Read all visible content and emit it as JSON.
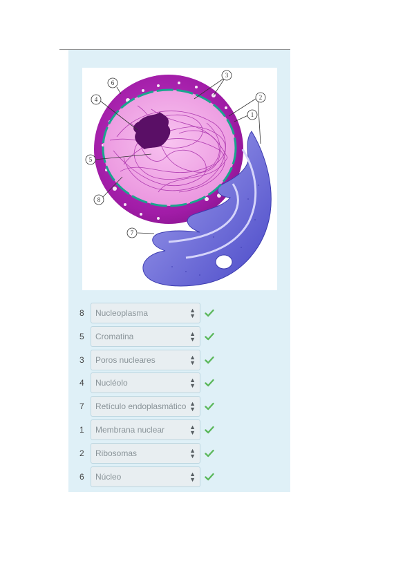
{
  "figure": {
    "callouts": [
      "1",
      "2",
      "3",
      "4",
      "5",
      "6",
      "7",
      "8"
    ]
  },
  "answers": [
    {
      "number": "8",
      "selected": "Nucleoplasma",
      "status": "correct"
    },
    {
      "number": "5",
      "selected": "Cromatina",
      "status": "correct"
    },
    {
      "number": "3",
      "selected": "Poros nucleares",
      "status": "correct"
    },
    {
      "number": "4",
      "selected": "Nucléolo",
      "status": "correct"
    },
    {
      "number": "7",
      "selected": "Retículo endoplasmático",
      "status": "correct"
    },
    {
      "number": "1",
      "selected": "Membrana nuclear",
      "status": "correct"
    },
    {
      "number": "2",
      "selected": "Ribosomas",
      "status": "correct"
    },
    {
      "number": "6",
      "selected": "Núcleo",
      "status": "correct"
    }
  ],
  "colors": {
    "panel": "#dff0f7",
    "check": "#5cb85c",
    "cytoplasm": "#a31fa8",
    "nucleoplasm": "#f2a9e6",
    "reticulum": "#6b6ad8"
  },
  "icons": {
    "status": "check-icon",
    "select": "up-down-arrows-icon"
  }
}
